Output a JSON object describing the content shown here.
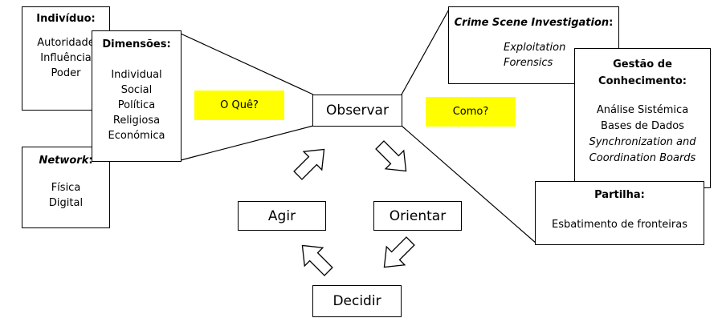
{
  "left": {
    "individuo": {
      "title": "Indivíduo",
      "colon": ":",
      "items": [
        "Autoridade",
        "Influência",
        "Poder"
      ]
    },
    "dimensoes": {
      "title": "Dimensões",
      "colon": ":",
      "items": [
        "Individual",
        "Social",
        "Política",
        "Religiosa",
        "Económica"
      ]
    },
    "network": {
      "title": "Network",
      "colon": ":",
      "items": [
        "Física",
        "Digital"
      ]
    },
    "question": "O Quê?"
  },
  "ooda": {
    "observar": "Observar",
    "orientar": "Orientar",
    "decidir": "Decidir",
    "agir": "Agir"
  },
  "right": {
    "question": "Como?",
    "csi": {
      "title": "Crime Scene Investigation",
      "colon": ":",
      "items": [
        "Exploitation",
        "Forensics"
      ]
    },
    "gestao": {
      "title_line1": "Gestão de",
      "title_line2": "Conhecimento",
      "colon": ":",
      "items": [
        "Análise Sistémica",
        "Bases de Dados",
        "Synchronization and",
        "Coordination Boards"
      ]
    },
    "partilha": {
      "title": "Partilha",
      "colon": ":",
      "items": [
        "Esbatimento de fronteiras"
      ]
    }
  },
  "colors": {
    "highlight": "#ffff00",
    "stroke": "#000000"
  }
}
